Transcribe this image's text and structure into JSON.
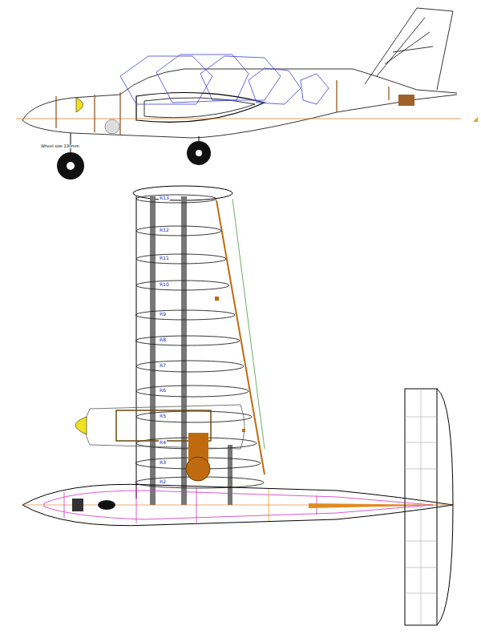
{
  "diagram": {
    "labels": [
      "Wheel size 130mm",
      "R13",
      "R12",
      "R11",
      "R10",
      "R9",
      "R8",
      "R7",
      "R6",
      "R5",
      "R4",
      "R3",
      "R2"
    ]
  }
}
